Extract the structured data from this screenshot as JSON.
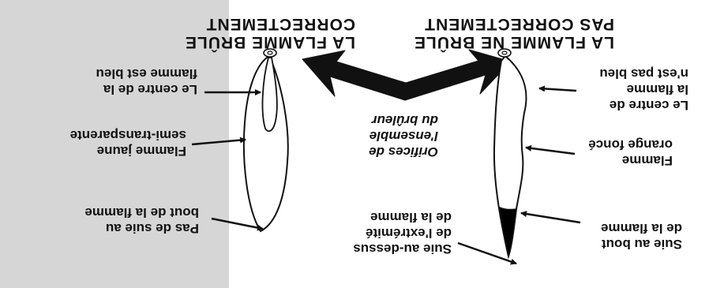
{
  "colors": {
    "shade": "#d6d6d6",
    "line": "#111111",
    "soot": "#000000",
    "background": "#ffffff"
  },
  "left": {
    "title": [
      "LA FLAMME NE BRÛLE",
      "PAS CORRECTEMENT"
    ],
    "labels": {
      "center": [
        "Le centre de",
        "la flamme",
        "n'est pas bleu"
      ],
      "color": [
        "Flamme",
        "orange foncé"
      ],
      "soot_tip": [
        "Suie au bout",
        "de la flamme"
      ]
    }
  },
  "middle": {
    "orifices": [
      "Orifices de",
      "l'ensemble",
      "du brûleur"
    ],
    "soot_above": [
      "Suie au-dessus",
      "de l'extrémité",
      "de la flamme"
    ]
  },
  "right": {
    "title": [
      "LA FLAMME BRÛLE",
      "CORRECTEMENT"
    ],
    "labels": {
      "center": [
        "Le centre de la",
        "flamme est bleu"
      ],
      "color": [
        "Flamme jaune",
        "semi-transparente"
      ],
      "no_soot": [
        "Pas de suie au",
        "bout de la flamme"
      ]
    }
  }
}
